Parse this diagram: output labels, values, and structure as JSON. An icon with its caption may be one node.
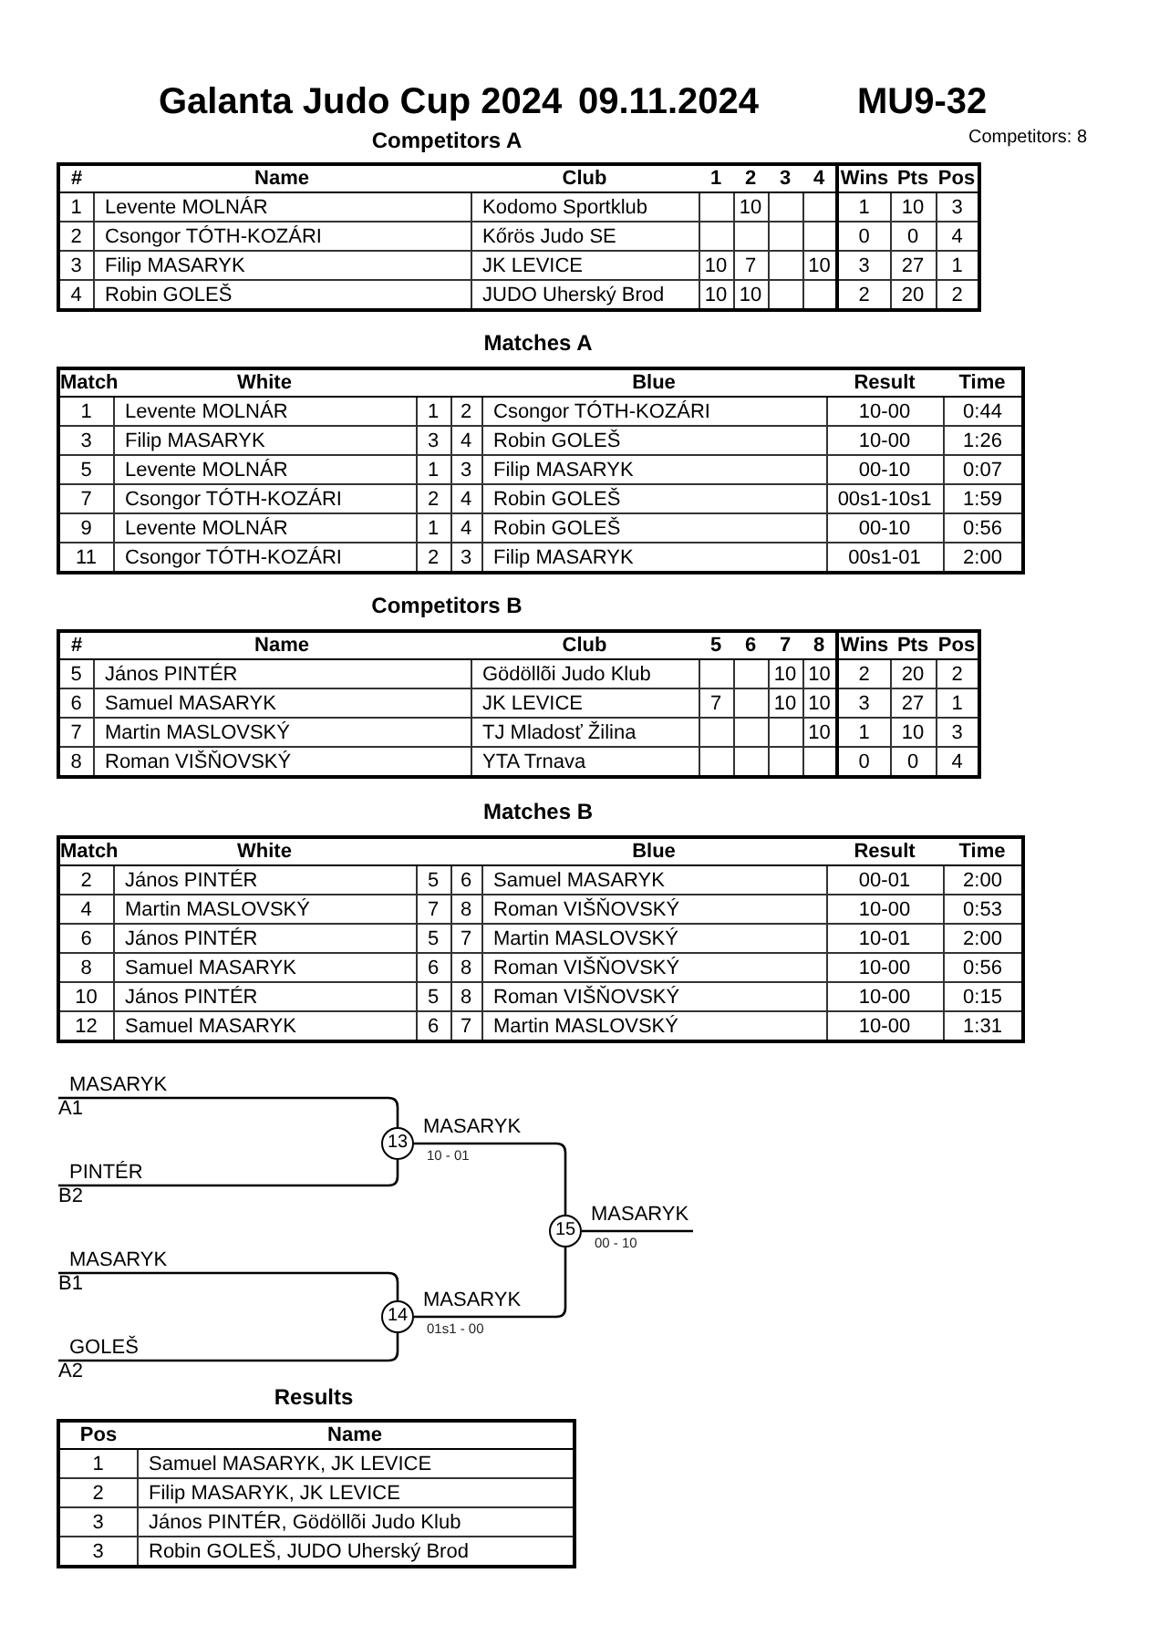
{
  "diagram": {
    "title": "Galanta Judo Cup 2024",
    "nodes": [
      {
        "text": [
          "MASARYK",
          "A1"
        ]
      },
      {
        "text": [
          "PINTÉR",
          "B2"
        ]
      },
      {
        "text": [
          "MASARYK",
          "B1"
        ]
      },
      {
        "text": [
          "GOLEŠ",
          "A2"
        ]
      },
      {
        "text": [
          "13"
        ],
        "beside": [
          "MASARYK",
          "10 - 01"
        ]
      },
      {
        "text": [
          "14"
        ],
        "beside": [
          "MASARYK",
          "01s1 - 00"
        ]
      },
      {
        "text": [
          "15"
        ],
        "beside": [
          "MASARYK",
          "00 - 10"
        ]
      }
    ],
    "edges": [
      {
        "from": 0,
        "to": 4,
        "arrow": "none"
      },
      {
        "from": 1,
        "to": 4,
        "arrow": "none"
      },
      {
        "from": 2,
        "to": 5,
        "arrow": "none"
      },
      {
        "from": 3,
        "to": 5,
        "arrow": "none"
      },
      {
        "from": 4,
        "to": 6,
        "arrow": "none"
      },
      {
        "from": 5,
        "to": 6,
        "arrow": "none"
      },
      {
        "from": 6,
        "to": null,
        "arrow": "none"
      }
    ],
    "labels": [
      "09.11.2024",
      "MU9-32",
      "Competitors A",
      "Competitors: 8",
      "#",
      "Name",
      "Club",
      "1",
      "2",
      "3",
      "4",
      "Wins",
      "Pts",
      "Pos",
      "1",
      "Levente MOLNÁR",
      "Kodomo Sportklub",
      "10",
      "1",
      "10",
      "3",
      "2",
      "Csongor TÓTH-KOZÁRI",
      "Kőrös Judo SE",
      "0",
      "0",
      "4",
      "3",
      "Filip MASARYK",
      "JK LEVICE",
      "10",
      "7",
      "10",
      "3",
      "27",
      "1",
      "4",
      "Robin GOLEŠ",
      "JUDO Uherský Brod",
      "10",
      "10",
      "2",
      "20",
      "2",
      "Matches A",
      "Match",
      "White",
      "Blue",
      "Result",
      "Time",
      "1",
      "Levente MOLNÁR",
      "1",
      "2",
      "Csongor TÓTH-KOZÁRI",
      "10-00",
      "0:44",
      "3",
      "Filip MASARYK",
      "3",
      "4",
      "Robin GOLEŠ",
      "10-00",
      "1:26",
      "5",
      "Levente MOLNÁR",
      "1",
      "3",
      "Filip MASARYK",
      "00-10",
      "0:07",
      "7",
      "Csongor TÓTH-KOZÁRI",
      "2",
      "4",
      "Robin GOLEŠ",
      "00s1-10s1",
      "1:59",
      "9",
      "Levente MOLNÁR",
      "1",
      "4",
      "Robin GOLEŠ",
      "00-10",
      "0:56",
      "11",
      "Csongor TÓTH-KOZÁRI",
      "2",
      "3",
      "Filip MASARYK",
      "00s1-01",
      "2:00",
      "Competitors B",
      "#",
      "Name",
      "Club",
      "5",
      "6",
      "7",
      "8",
      "Wins",
      "Pts",
      "Pos",
      "5",
      "János PINTÉR",
      "Gödöllõi Judo Klub",
      "10",
      "10",
      "2",
      "20",
      "2",
      "6",
      "Samuel MASARYK",
      "JK LEVICE",
      "7",
      "10",
      "10",
      "3",
      "27",
      "1",
      "7",
      "Martin MASLOVSKÝ",
      "TJ Mladosť Žilina",
      "10",
      "1",
      "10",
      "3",
      "8",
      "Roman VIŠŇOVSKÝ",
      "YTA Trnava",
      "0",
      "0",
      "4",
      "Matches B",
      "Match",
      "White",
      "Blue",
      "Result",
      "Time",
      "2",
      "János PINTÉR",
      "5",
      "6",
      "Samuel MASARYK",
      "00-01",
      "2:00",
      "4",
      "Martin MASLOVSKÝ",
      "7",
      "8",
      "Roman VIŠŇOVSKÝ",
      "10-00",
      "0:53",
      "6",
      "János PINTÉR",
      "5",
      "7",
      "Martin MASLOVSKÝ",
      "10-01",
      "2:00",
      "8",
      "Samuel MASARYK",
      "6",
      "8",
      "Roman VIŠŇOVSKÝ",
      "10-00",
      "0:56",
      "10",
      "János PINTÉR",
      "5",
      "8",
      "Roman VIŠŇOVSKÝ",
      "10-00",
      "0:15",
      "12",
      "Samuel MASARYK",
      "6",
      "7",
      "Martin MASLOVSKÝ",
      "10-00",
      "1:31",
      "Results",
      "Pos",
      "Name",
      "1",
      "Samuel MASARYK, JK LEVICE",
      "2",
      "Filip MASARYK, JK LEVICE",
      "3",
      "János PINTÉR, Gödöllõi Judo Klub",
      "3",
      "Robin GOLEŠ, JUDO Uherský Brod"
    ]
  }
}
